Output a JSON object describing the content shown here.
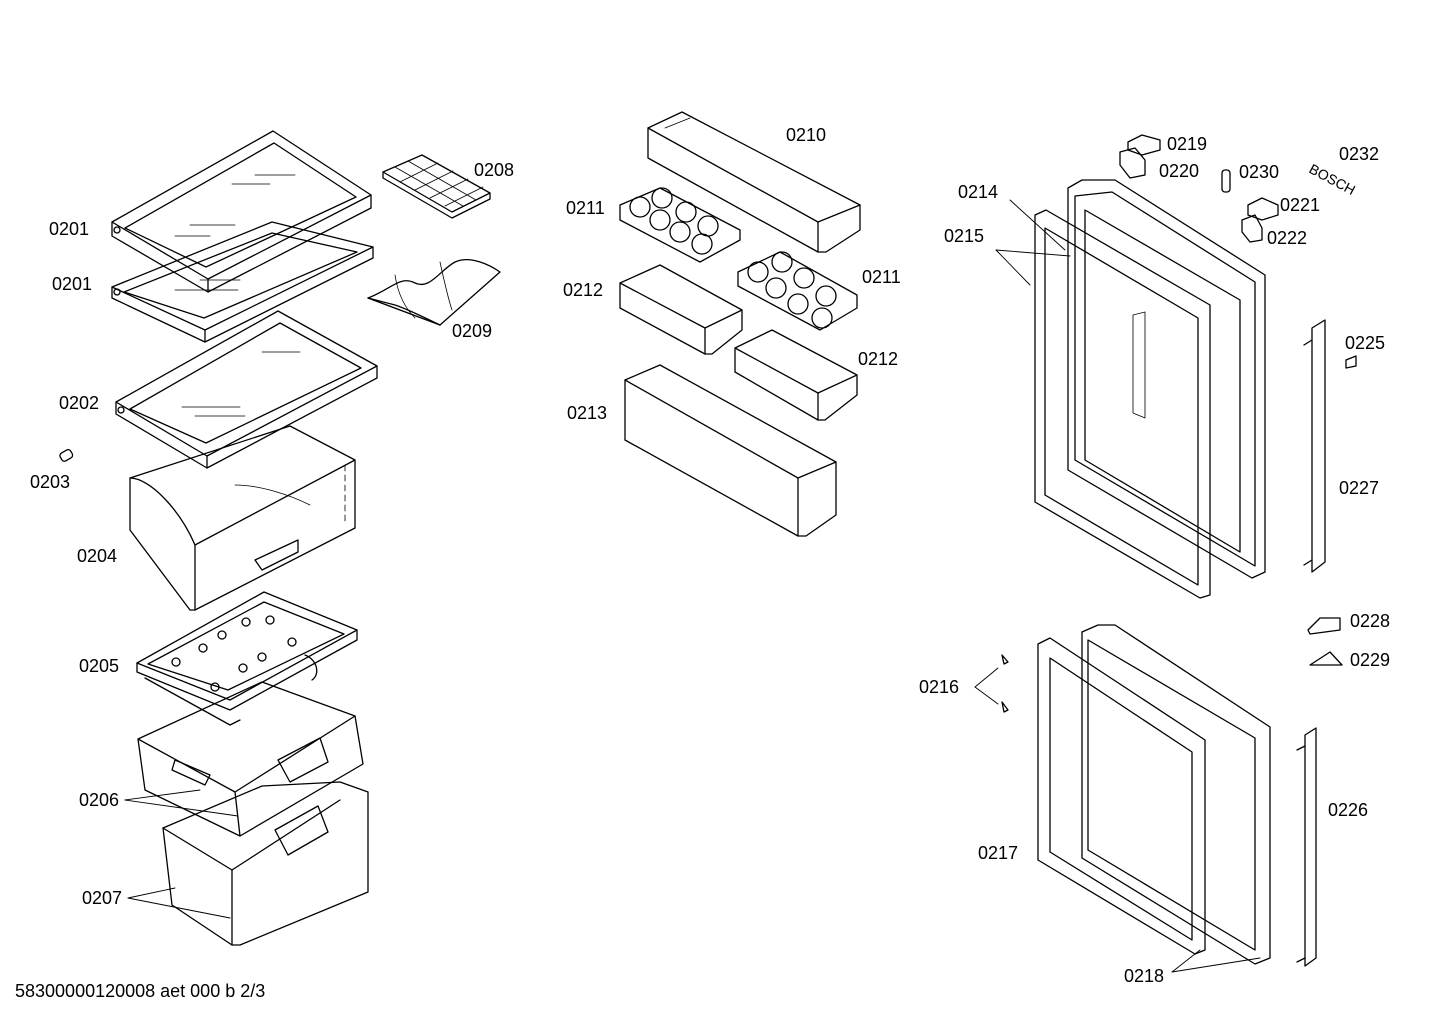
{
  "labels": {
    "l0201a": "0201",
    "l0201b": "0201",
    "l0202": "0202",
    "l0203": "0203",
    "l0204": "0204",
    "l0205": "0205",
    "l0206": "0206",
    "l0207": "0207",
    "l0208": "0208",
    "l0209": "0209",
    "l0210": "0210",
    "l0211a": "0211",
    "l0211b": "0211",
    "l0212a": "0212",
    "l0212b": "0212",
    "l0213": "0213",
    "l0214": "0214",
    "l0215": "0215",
    "l0216": "0216",
    "l0217": "0217",
    "l0218": "0218",
    "l0219": "0219",
    "l0220": "0220",
    "l0221": "0221",
    "l0222": "0222",
    "l0225": "0225",
    "l0226": "0226",
    "l0227": "0227",
    "l0228": "0228",
    "l0229": "0229",
    "l0230": "0230",
    "l0232": "0232"
  },
  "brand": "BOSCH",
  "footer": "58300000120008 aet 000 b 2/3"
}
